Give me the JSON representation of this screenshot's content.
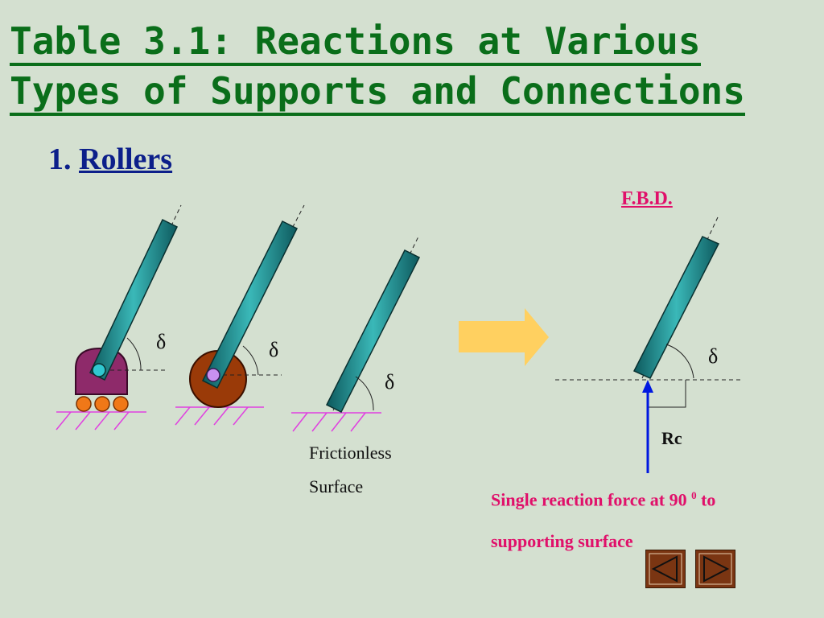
{
  "title": {
    "line1": "Table 3.1: Reactions at Various",
    "line2": "Types of Supports and Connections"
  },
  "section": {
    "number": "1.",
    "name": "Rollers"
  },
  "fbd_label": "F.B.D.",
  "angle_symbol": "δ",
  "surface_note": {
    "line1": "Frictionless",
    "line2": "Surface"
  },
  "reaction_label": "Rc",
  "reaction_text": {
    "line1_pre": "Single reaction force at 90 ",
    "line1_sup": "0",
    "line1_post": "  to",
    "line2": "supporting surface"
  },
  "colors": {
    "title": "#0a6e1a",
    "section": "#0c1f8a",
    "highlight": "#e0106a",
    "member": "#1a8a8a",
    "rocker_support": "#8e2a6a",
    "round_support": "#9a3a08",
    "rollers": "#f07818",
    "ground_hatch": "#e040e0",
    "arrow": "#ffd060",
    "force_vector": "#0018e0",
    "nav_button": "#7a3512"
  },
  "nav": {
    "prev_icon": "triangle-left-icon",
    "next_icon": "triangle-right-icon"
  }
}
